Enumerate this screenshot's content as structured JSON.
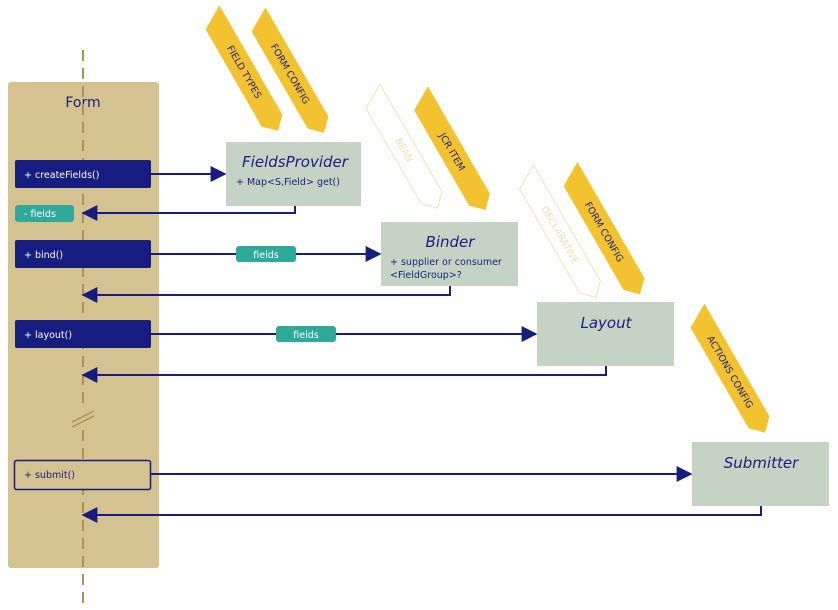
{
  "form": {
    "title": "Form",
    "methods": [
      "+ createFields()",
      "+ bind()",
      "+ layout()",
      "+ submit()"
    ],
    "field_tag": "- fields"
  },
  "components": {
    "fields_provider": {
      "title": "FieldsProvider",
      "detail": "+ Map<S,Field> get()"
    },
    "binder": {
      "title": "Binder",
      "detail_line1": "+ supplier or consumer",
      "detail_line2": "<FieldGroup>?"
    },
    "layout": {
      "title": "Layout"
    },
    "submitter": {
      "title": "Submitter"
    }
  },
  "flow_labels": {
    "bind_fields": "fields",
    "layout_fields": "fields"
  },
  "ribbons": {
    "field_types": "FIELD TYPES",
    "form_config_1": "FORM CONFIG",
    "bean": "BEAN",
    "jcr_item": "JCR ITEM",
    "declarative": "DECLARATIVE",
    "form_config_2": "FORM CONFIG",
    "actions_config": "ACTIONS CONFIG"
  },
  "colors": {
    "form_panel": "#d4c290",
    "method_button": "#171c80",
    "component_box": "#c5d3c5",
    "fields_tag": "#2ea99a",
    "ribbon": "#f2c22f",
    "ribbon_outline": "#f3e3ad",
    "arrow": "#171c80",
    "lifeline": "#a8925a"
  }
}
